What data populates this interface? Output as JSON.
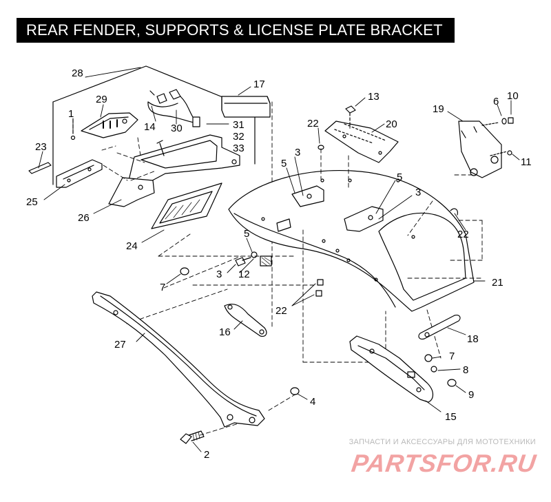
{
  "title": "REAR FENDER, SUPPORTS & LICENSE PLATE BRACKET",
  "callouts": [
    {
      "id": "c28",
      "text": "28"
    },
    {
      "id": "c29",
      "text": "29"
    },
    {
      "id": "c1",
      "text": "1"
    },
    {
      "id": "c23",
      "text": "23"
    },
    {
      "id": "c25",
      "text": "25"
    },
    {
      "id": "c26",
      "text": "26"
    },
    {
      "id": "c14",
      "text": "14"
    },
    {
      "id": "c30",
      "text": "30"
    },
    {
      "id": "c31",
      "text": "31"
    },
    {
      "id": "c32",
      "text": "32"
    },
    {
      "id": "c33",
      "text": "33"
    },
    {
      "id": "c17",
      "text": "17"
    },
    {
      "id": "c24",
      "text": "24"
    },
    {
      "id": "c13",
      "text": "13"
    },
    {
      "id": "c22a",
      "text": "22"
    },
    {
      "id": "c20",
      "text": "20"
    },
    {
      "id": "c3a",
      "text": "3"
    },
    {
      "id": "c5a",
      "text": "5"
    },
    {
      "id": "c5b",
      "text": "5"
    },
    {
      "id": "c3b",
      "text": "3"
    },
    {
      "id": "c19",
      "text": "19"
    },
    {
      "id": "c6",
      "text": "6"
    },
    {
      "id": "c10",
      "text": "10"
    },
    {
      "id": "c11",
      "text": "11"
    },
    {
      "id": "c22b",
      "text": "22"
    },
    {
      "id": "c21",
      "text": "21"
    },
    {
      "id": "c5c",
      "text": "5"
    },
    {
      "id": "c3c",
      "text": "3"
    },
    {
      "id": "c12",
      "text": "12"
    },
    {
      "id": "c7a",
      "text": "7"
    },
    {
      "id": "c22c",
      "text": "22"
    },
    {
      "id": "c16",
      "text": "16"
    },
    {
      "id": "c27",
      "text": "27"
    },
    {
      "id": "c18",
      "text": "18"
    },
    {
      "id": "c7b",
      "text": "7"
    },
    {
      "id": "c8",
      "text": "8"
    },
    {
      "id": "c9",
      "text": "9"
    },
    {
      "id": "c15",
      "text": "15"
    },
    {
      "id": "c4",
      "text": "4"
    },
    {
      "id": "c2",
      "text": "2"
    }
  ],
  "watermark": {
    "tagline": "ЗАПЧАСТИ И АКСЕССУАРЫ ДЛЯ МОТОТЕХНИКИ",
    "logo": "PARTSFOR.RU"
  },
  "colors": {
    "title_bg": "#000000",
    "title_text": "#ffffff",
    "line_art": "#000000",
    "watermark_logo": "#f2a3a3",
    "watermark_tagline": "#b9b9b9"
  }
}
